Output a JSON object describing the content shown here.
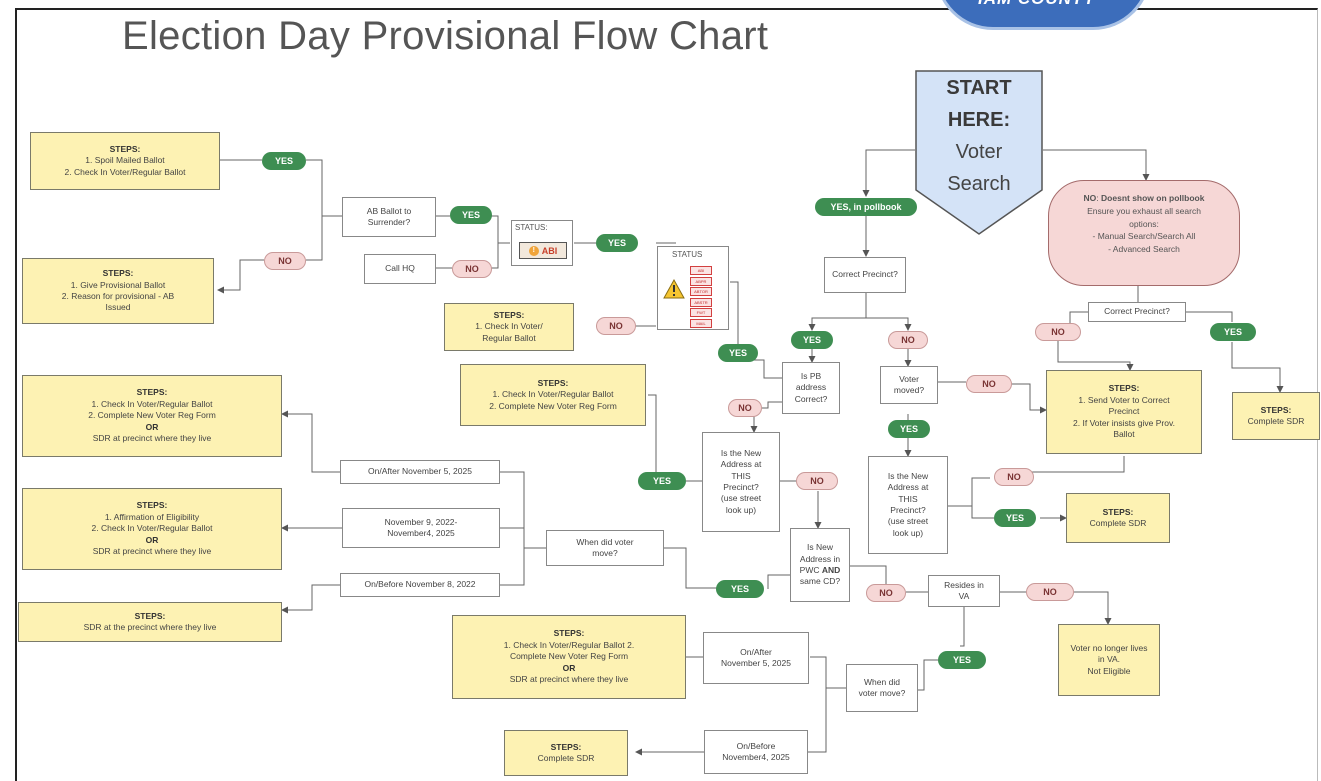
{
  "title": "Election Day Provisional Flow Chart",
  "seal_text": "IAM COUNTY",
  "start": {
    "line1": "START",
    "line2": "HERE:",
    "line3": "Voter",
    "line4": "Search"
  },
  "labels": {
    "yes": "YES",
    "no": "NO",
    "yes_pollbook": "YES, in pollbook",
    "steps": "STEPS:",
    "or": "OR"
  },
  "not_in_pollbook": {
    "heading": "Doesnt show on pollbook",
    "lines": [
      "Ensure you exhaust all search",
      "options:",
      "- Manual Search/Search All",
      "- Advanced Search"
    ]
  },
  "status": {
    "label": "STATUS",
    "label_colon": "STATUS:",
    "abi": "ABI",
    "codes": [
      "ABI",
      "ABPR",
      "ABTOR",
      "ABSTR",
      "FWT",
      "MAIL"
    ]
  },
  "questions": {
    "correct_precinct_1": "Correct Precinct?",
    "correct_precinct_2": "Correct Precinct?",
    "ab_surrender": [
      "AB Ballot to",
      "Surrender?"
    ],
    "call_hq": "Call HQ",
    "pb_address": [
      "Is PB",
      "address",
      "Correct?"
    ],
    "voter_moved": [
      "Voter",
      "moved?"
    ],
    "new_addr_left": [
      "Is the New",
      "Address at",
      "THIS",
      "Precinct?",
      "(use street",
      "look up)"
    ],
    "new_addr_right": [
      "Is the New",
      "Address at",
      "THIS",
      "Precinct?",
      "(use street",
      "look up)"
    ],
    "pwc": [
      "Is New",
      "Address in",
      "PWC",
      "AND",
      "same CD?"
    ],
    "resides_va": [
      "Resides in",
      "VA"
    ],
    "when_move_1": [
      "When did voter",
      "move?"
    ],
    "when_move_2": [
      "When did",
      "voter move?"
    ]
  },
  "dates": {
    "after_2025": "On/After November 5, 2025",
    "between": [
      "November 9, 2022-",
      "November4, 2025"
    ],
    "before_2022": "On/Before November 8, 2022",
    "after_2025_b": [
      "On/After",
      "November 5, 2025"
    ],
    "before_2025_b": [
      "On/Before",
      "November4, 2025"
    ]
  },
  "steps": {
    "s1": [
      "1. Spoil Mailed Ballot",
      "2. Check In Voter/Regular Ballot"
    ],
    "s2": [
      "1. Give Provisional Ballot",
      "2. Reason for provisional - AB",
      "Issued"
    ],
    "s3": [
      "1. Check In Voter/",
      "Regular Ballot"
    ],
    "s4": [
      "1. Check In Voter/Regular Ballot",
      "2. Complete New Voter Reg Form"
    ],
    "s5": [
      "1. Check In Voter/Regular Ballot",
      "2. Complete New Voter Reg Form"
    ],
    "s5_after": "SDR at precinct where they live",
    "s6": [
      "1. Affirmation of Eligibility",
      "2. Check In Voter/Regular Ballot"
    ],
    "s6_after": "SDR at precinct where they live",
    "s7": "SDR at the precinct where they live",
    "s8": [
      "1. Check In Voter/Regular Ballot 2.",
      "Complete New Voter Reg Form"
    ],
    "s8_after": "SDR at precinct where they live",
    "s9": "Complete SDR",
    "s10": [
      "1. Send Voter to Correct",
      "Precinct",
      "2. If Voter insists give Prov.",
      "Ballot"
    ],
    "s11": "Complete SDR",
    "s12": "Complete SDR",
    "s13": [
      "Voter no longer lives",
      "in VA.",
      "Not Eligible"
    ]
  }
}
